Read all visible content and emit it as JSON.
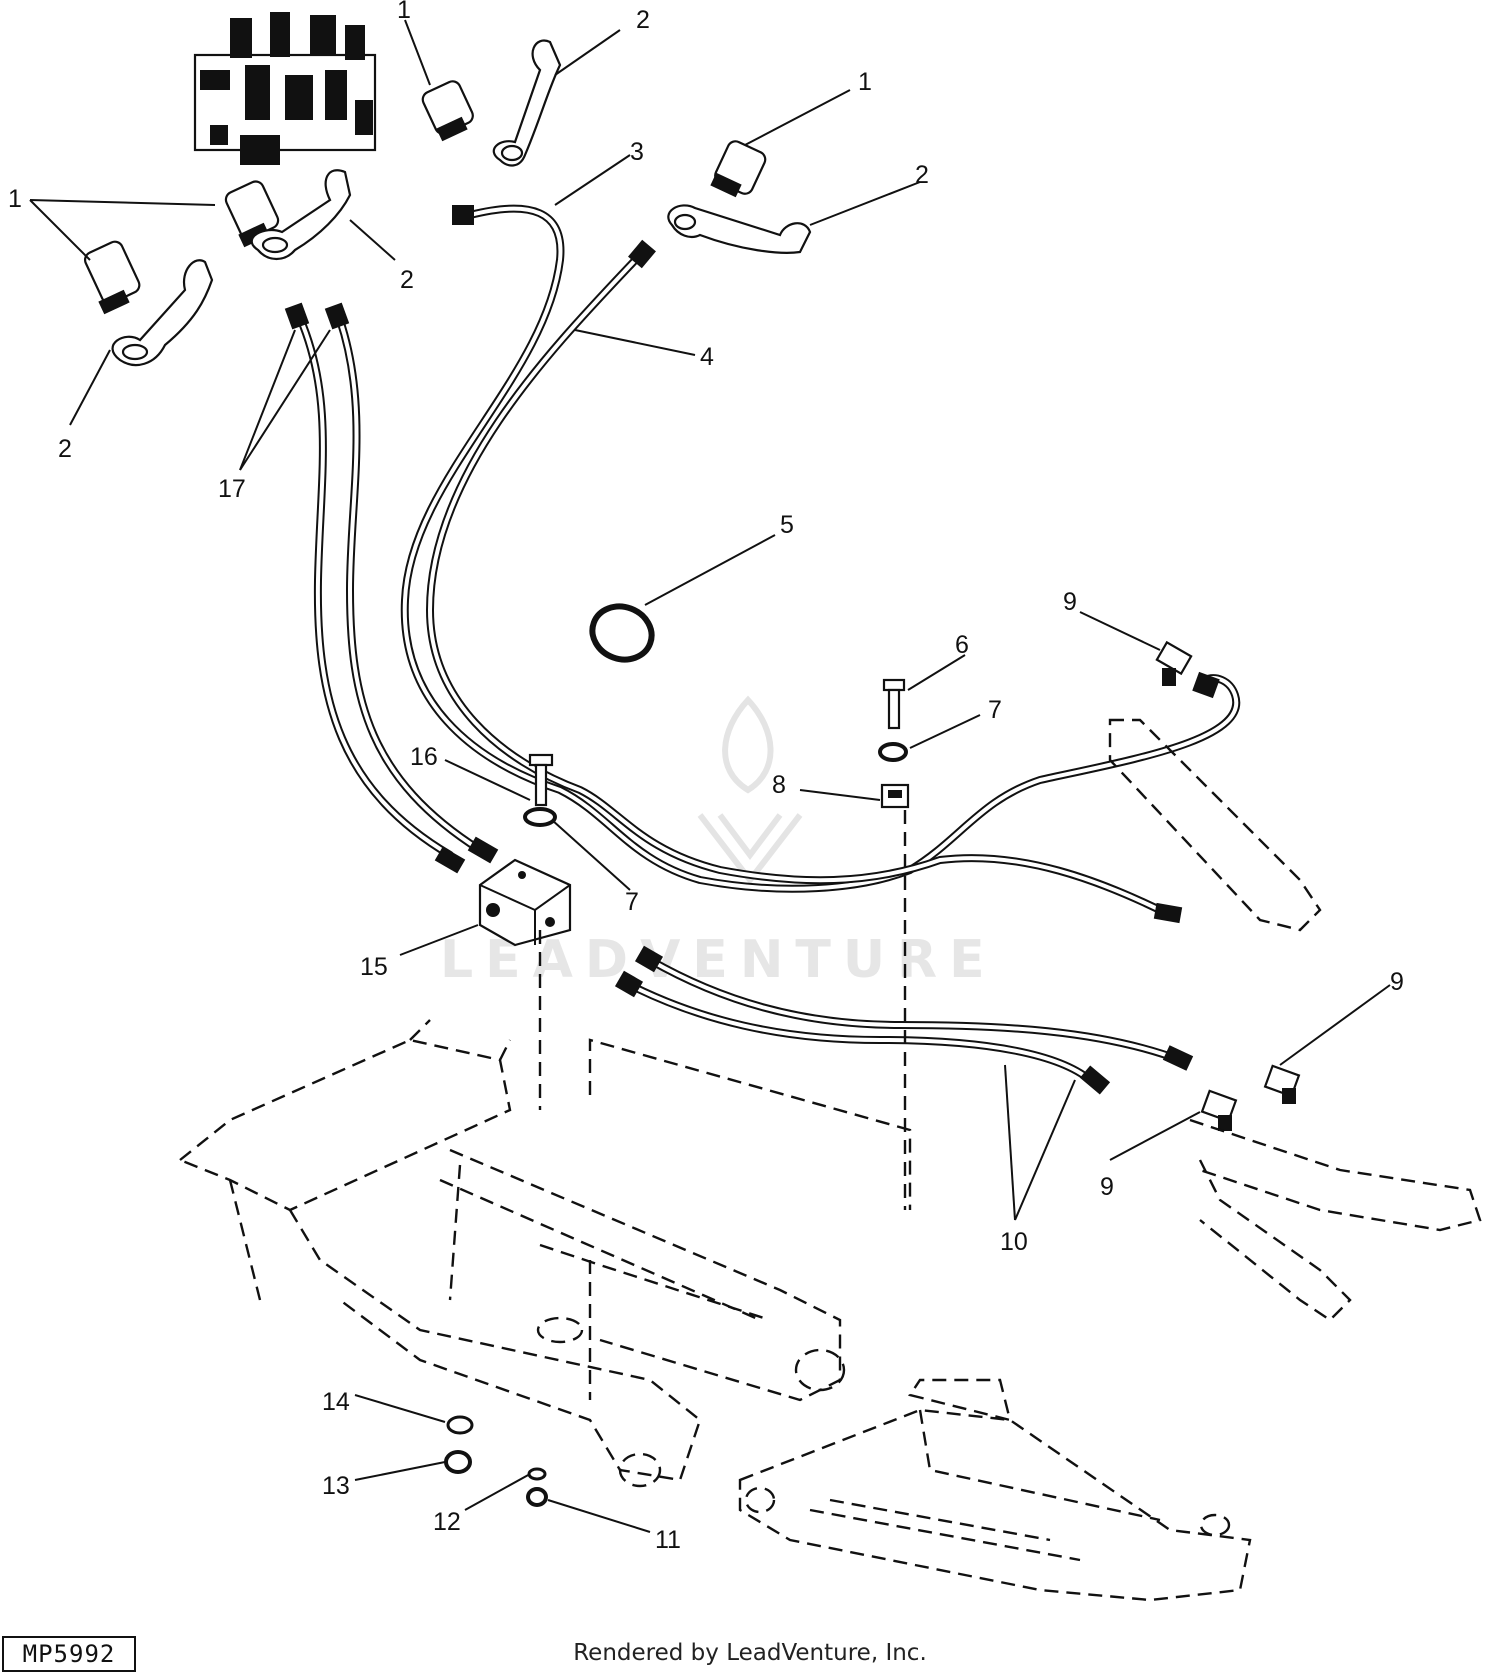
{
  "diagram": {
    "callouts": [
      {
        "id": "c1a",
        "label": "1"
      },
      {
        "id": "c2a",
        "label": "2"
      },
      {
        "id": "c1b",
        "label": "1"
      },
      {
        "id": "c2b",
        "label": "2"
      },
      {
        "id": "c3",
        "label": "3"
      },
      {
        "id": "c2c",
        "label": "2"
      },
      {
        "id": "c1c",
        "label": "1"
      },
      {
        "id": "c2d",
        "label": "2"
      },
      {
        "id": "c4",
        "label": "4"
      },
      {
        "id": "c2e",
        "label": "2"
      },
      {
        "id": "c17",
        "label": "17"
      },
      {
        "id": "c5",
        "label": "5"
      },
      {
        "id": "c9a",
        "label": "9"
      },
      {
        "id": "c6",
        "label": "6"
      },
      {
        "id": "c7a",
        "label": "7"
      },
      {
        "id": "c8",
        "label": "8"
      },
      {
        "id": "c16",
        "label": "16"
      },
      {
        "id": "c7b",
        "label": "7"
      },
      {
        "id": "c15",
        "label": "15"
      },
      {
        "id": "c9b",
        "label": "9"
      },
      {
        "id": "c9c",
        "label": "9"
      },
      {
        "id": "c10",
        "label": "10"
      },
      {
        "id": "c14",
        "label": "14"
      },
      {
        "id": "c13",
        "label": "13"
      },
      {
        "id": "c12",
        "label": "12"
      },
      {
        "id": "c11",
        "label": "11"
      }
    ]
  },
  "footer": {
    "drawing_id": "MP5992",
    "credit": "Rendered by LeadVenture, Inc."
  },
  "watermark": {
    "text": "LEADVENTURE"
  }
}
